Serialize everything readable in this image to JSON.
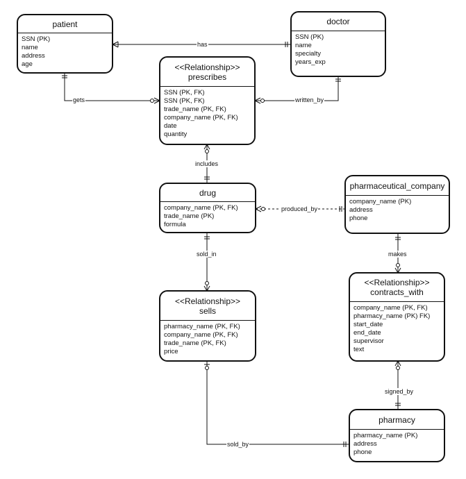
{
  "entities": {
    "patient": {
      "title": "patient",
      "attributes": [
        "SSN (PK)",
        "name",
        "address",
        "age"
      ]
    },
    "doctor": {
      "title": "doctor",
      "attributes": [
        "SSN (PK)",
        "name",
        "specialty",
        "years_exp"
      ]
    },
    "prescribes": {
      "stereotype": "<<Relationship>>",
      "title": "prescribes",
      "attributes": [
        "SSN (PK, FK)",
        "SSN (PK, FK)",
        "trade_name (PK, FK)",
        "company_name (PK, FK)",
        "date",
        "quantity"
      ]
    },
    "drug": {
      "title": "drug",
      "attributes": [
        "company_name (PK, FK)",
        "trade_name (PK)",
        "formula"
      ]
    },
    "pharmaceutical_company": {
      "title": "pharmaceutical_company",
      "attributes": [
        "company_name (PK)",
        "address",
        "phone"
      ]
    },
    "sells": {
      "stereotype": "<<Relationship>>",
      "title": "sells",
      "attributes": [
        "pharmacy_name (PK, FK)",
        "company_name (PK, FK)",
        "trade_name (PK, FK)",
        "price"
      ]
    },
    "contracts_with": {
      "stereotype": "<<Relationship>>",
      "title": "contracts_with",
      "attributes": [
        "company_name (PK, FK)",
        "pharmacy_name (PK) FK)",
        "start_date",
        "end_date",
        "supervisor",
        "text"
      ]
    },
    "pharmacy": {
      "title": "pharmacy",
      "attributes": [
        "pharmacy_name (PK)",
        "address",
        "phone"
      ]
    }
  },
  "relationships": {
    "has": "has",
    "gets": "gets",
    "written_by": "written_by",
    "includes": "includes",
    "produced_by": "produced_by",
    "sold_in": "sold_in",
    "makes": "makes",
    "signed_by": "signed_by",
    "sold_by": "sold_by"
  },
  "colors": {
    "line": "#111111",
    "background": "#ffffff"
  }
}
